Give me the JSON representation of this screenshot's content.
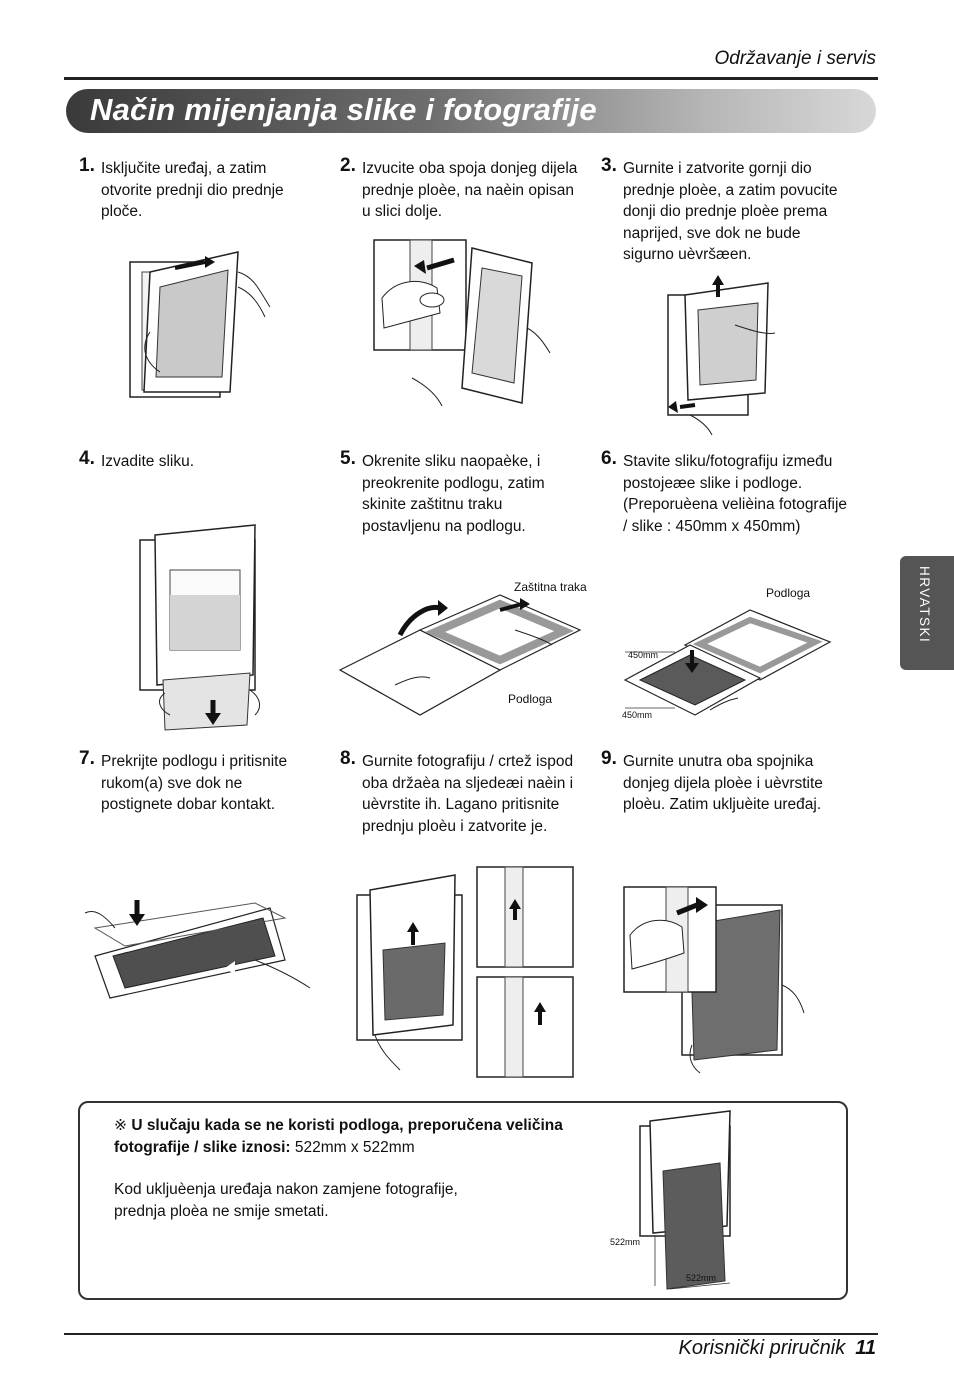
{
  "header": {
    "section": "Održavanje i servis",
    "title": "Način mijenjanja slike i fotografije"
  },
  "side_tab": "HRVATSKI",
  "steps": [
    {
      "num": "1.",
      "text": "Isključite uređaj, a zatim otvorite prednji dio prednje ploče."
    },
    {
      "num": "2.",
      "text": "Izvucite oba spoja donjeg dijela prednje ploèe, na naèin opisan u slici dolje."
    },
    {
      "num": "3.",
      "text": "Gurnite i zatvorite gornji dio prednje ploèe, a zatim povucite donji dio prednje ploèe prema naprijed, sve dok ne bude sigurno uèvršæen."
    },
    {
      "num": "4.",
      "text": "Izvadite sliku."
    },
    {
      "num": "5.",
      "text": "Okrenite sliku naopaèke, i preokrenite podlogu, zatim skinite zaštitnu traku postavljenu na podlogu."
    },
    {
      "num": "6.",
      "text": "Stavite sliku/fotografiju između postojeæe slike i podloge. (Preporuèena velièina fotografije / slike : 450mm x 450mm)"
    },
    {
      "num": "7.",
      "text": "Prekrijte podlogu i pritisnite rukom(a) sve dok ne postignete dobar kontakt."
    },
    {
      "num": "8.",
      "text": "Gurnite fotografiju / crtež ispod oba držaèa na sljedeæi naèin i uèvrstite ih. Lagano pritisnite prednju ploèu i zatvorite je."
    },
    {
      "num": "9.",
      "text": "Gurnite unutra oba spojnika donjeg dijela ploèe i uèvrstite ploèu. Zatim ukljuèite uređaj."
    }
  ],
  "figure_labels": {
    "protective_tape": "Zaštitna traka",
    "base": "Podloga",
    "dim_450_a": "450mm",
    "dim_450_b": "450mm",
    "dim_522_a": "522mm",
    "dim_522_b": "522mm"
  },
  "note": {
    "symbol": "※",
    "bold": "U slučaju kada se ne koristi podloga, preporučena veličina fotografije / slike iznosi:",
    "size": " 522mm x 522mm",
    "body": "Kod ukljuèenja uređaja nakon zamjene fotografije, prednja ploèa ne smije smetati."
  },
  "footer": {
    "manual": "Korisnički priručnik",
    "page": "11"
  }
}
